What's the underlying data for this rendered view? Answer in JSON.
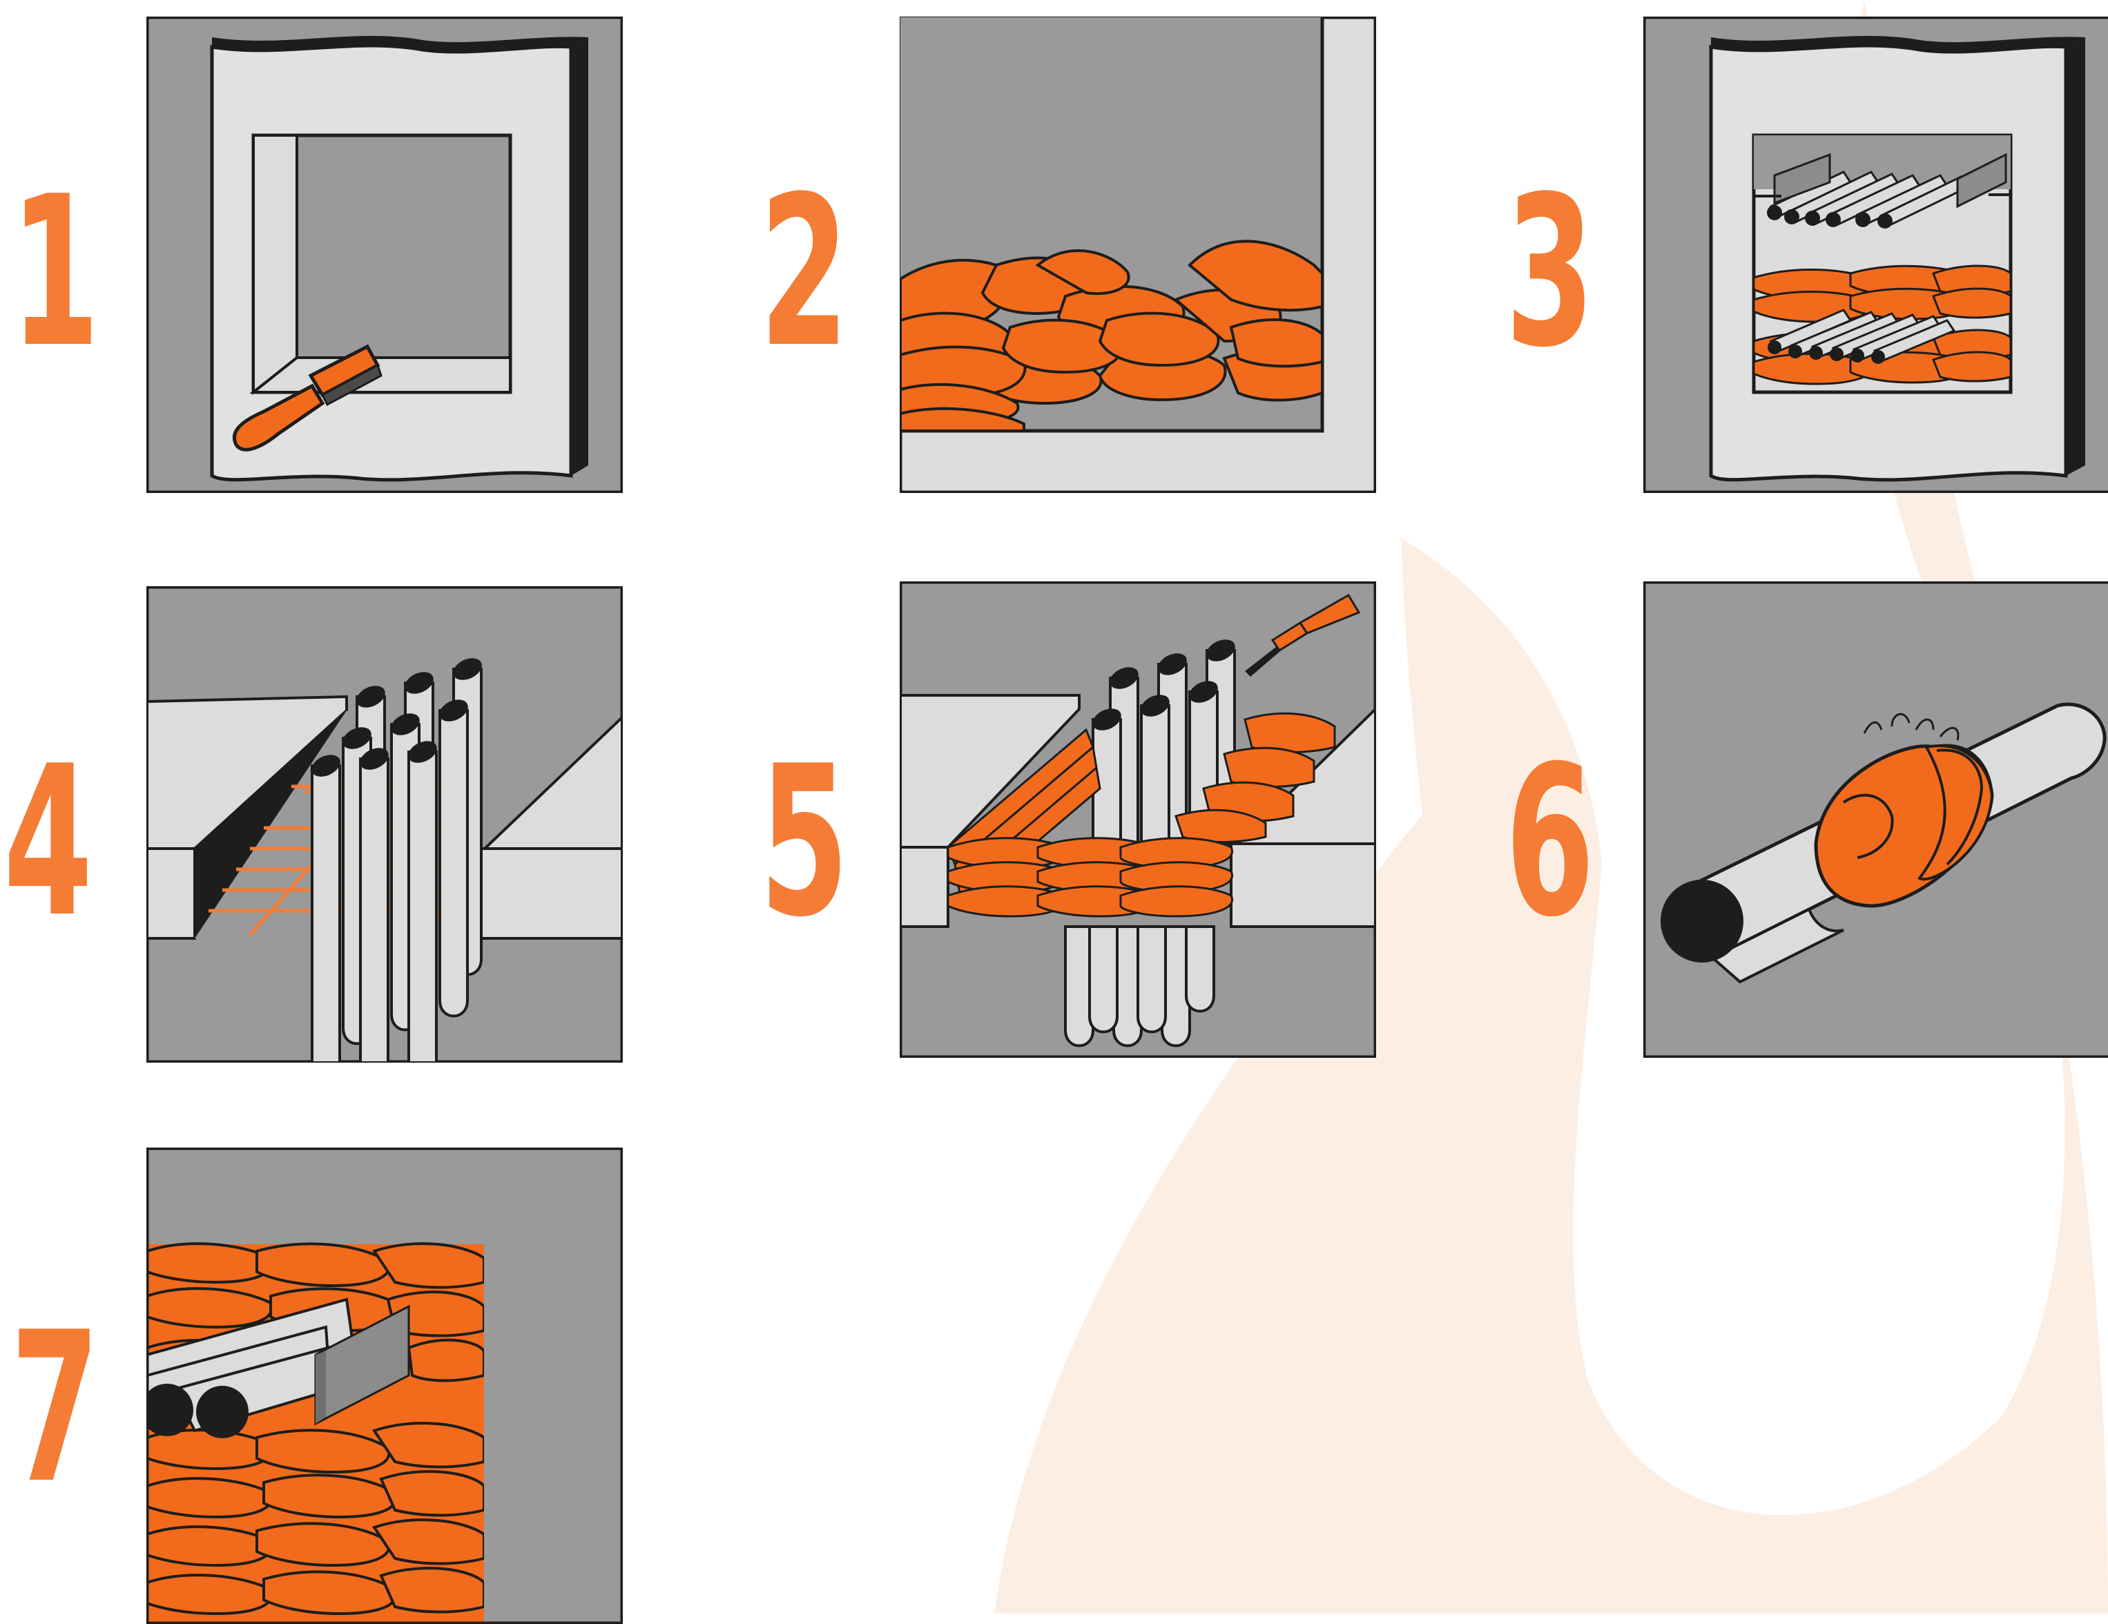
{
  "steps": [
    {
      "number": "1",
      "illustration": "brush-cleaning-opening-icon"
    },
    {
      "number": "2",
      "illustration": "fire-pillow-layer-icon"
    },
    {
      "number": "3",
      "illustration": "pillows-with-pipes-in-opening-icon"
    },
    {
      "number": "4",
      "illustration": "pipes-through-floor-with-mesh-icon"
    },
    {
      "number": "5",
      "illustration": "pillows-around-pipes-with-sealant-icon"
    },
    {
      "number": "6",
      "illustration": "wrap-collar-on-pipe-icon"
    },
    {
      "number": "7",
      "illustration": "filled-opening-with-pipes-icon"
    }
  ],
  "colors": {
    "accent": "#f47c35",
    "pillow": "#f26b1d",
    "wall": "#9a9a9a",
    "opening": "#d9d9d9",
    "pipe": "#dcdcdc",
    "outline": "#1d1d1b",
    "background_shape": "#fdeee4"
  }
}
